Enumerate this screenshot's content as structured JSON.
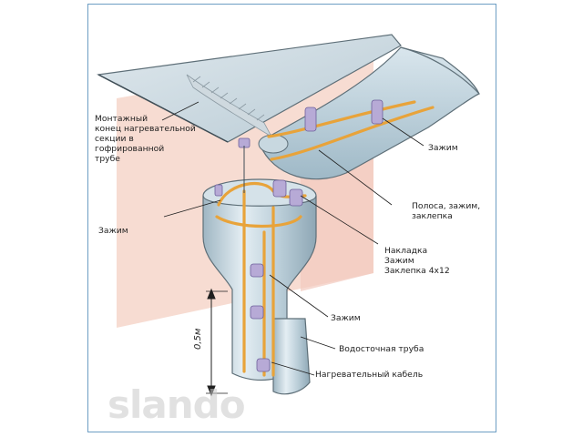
{
  "labels": {
    "mount_end": "Монтажный\nконец нагревательной\nсекции в\nгофрированной\nтрубе",
    "clamp_top": "Зажим",
    "strip": "Полоса, зажим,\nзаклепка",
    "clamp_left": "Зажим",
    "overlay": "Накладка\nЗажим\nЗаклепка 4х12",
    "clamp_mid": "Зажим",
    "drainpipe": "Водосточная труба",
    "heating_cable": "Нагревательный кабель",
    "dimension": "0,5м"
  },
  "watermark": "slando",
  "colors": {
    "frame": "#6d9ec4",
    "wall": "#f7d9cf",
    "metal": "#bfd3dd",
    "cable": "#e8a33a",
    "clamp": "#b7aad6"
  }
}
